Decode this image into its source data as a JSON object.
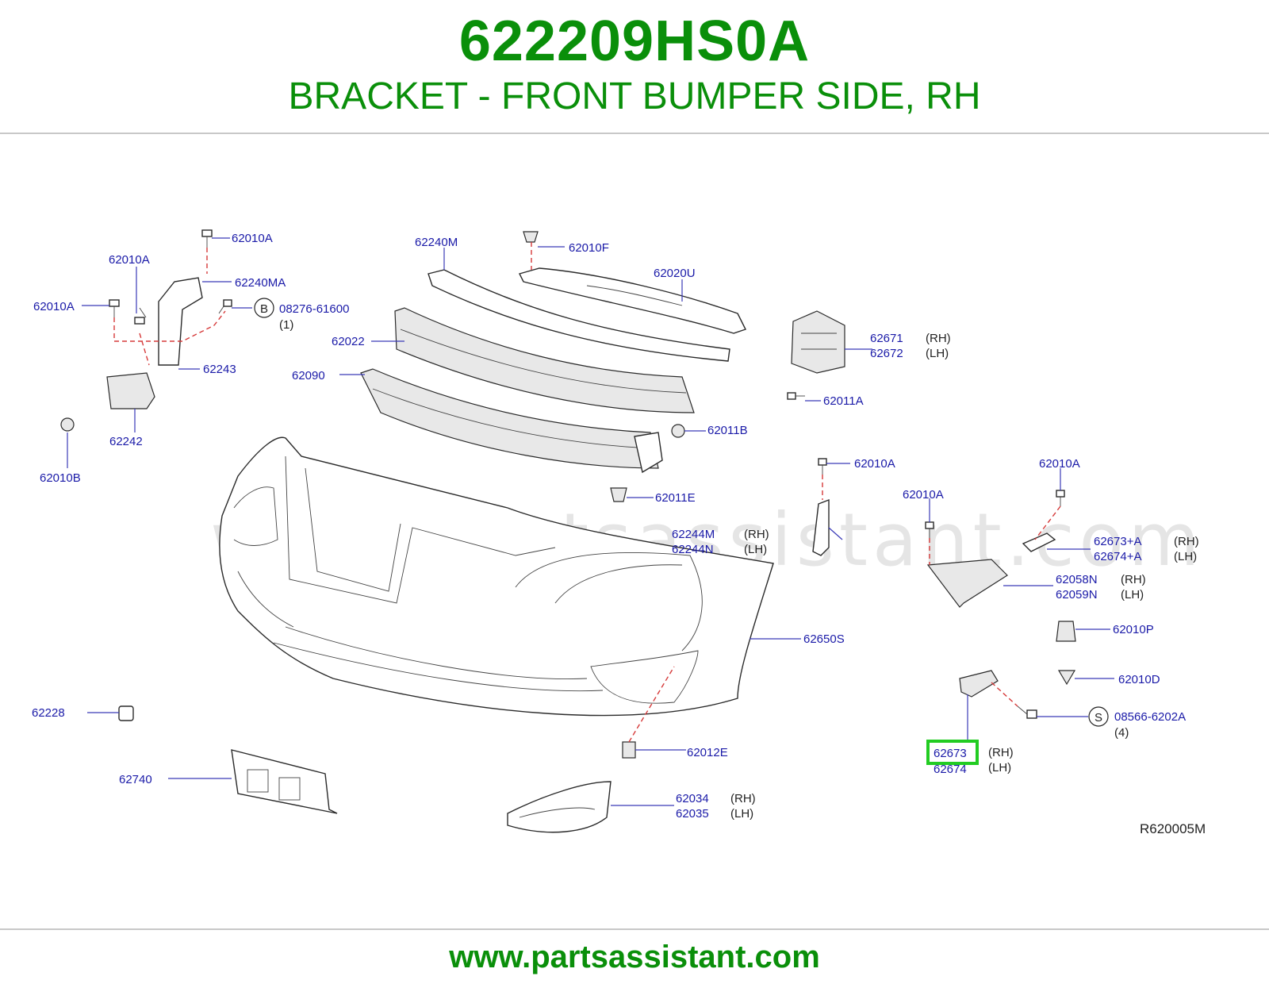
{
  "header": {
    "part_number": "622209HS0A",
    "description": "BRACKET - FRONT BUMPER SIDE, RH"
  },
  "footer": {
    "url": "www.partsassistant.com"
  },
  "diagram": {
    "watermark": "www.partsassistant.com",
    "reference_code": "R620005M",
    "highlight_color": "#22cc22",
    "accent_color": "#0a8f0a",
    "labels": {
      "l_62010A_top": "62010A",
      "l_62010A_left1": "62010A",
      "l_62010A_left2": "62010A",
      "l_62240MA": "62240MA",
      "l_08276": "08276-61600",
      "l_08276_qty": "(1)",
      "l_circle_B": "B",
      "l_62243": "62243",
      "l_62242": "62242",
      "l_62010B": "62010B",
      "l_62240M": "62240M",
      "l_62010F": "62010F",
      "l_62020U": "62020U",
      "l_62022": "62022",
      "l_62090": "62090",
      "l_62671": "62671",
      "l_62671_side": "(RH)",
      "l_62672": "62672",
      "l_62672_side": "(LH)",
      "l_62011A": "62011A",
      "l_62011B": "62011B",
      "l_62011E": "62011E",
      "l_62010A_mid": "62010A",
      "l_62010A_right": "62010A",
      "l_62010A_right2": "62010A",
      "l_62244M": "62244M",
      "l_62244M_side": "(RH)",
      "l_62244N": "62244N",
      "l_62244N_side": "(LH)",
      "l_62673A": "62673+A",
      "l_62673A_side": "(RH)",
      "l_62674A": "62674+A",
      "l_62674A_side": "(LH)",
      "l_62058N": "62058N",
      "l_62058N_side": "(RH)",
      "l_62059N": "62059N",
      "l_62059N_side": "(LH)",
      "l_62010P": "62010P",
      "l_62650S": "62650S",
      "l_62010D": "62010D",
      "l_62228": "62228",
      "l_08566": "08566-6202A",
      "l_08566_qty": "(4)",
      "l_circle_S": "S",
      "l_62673": "62673",
      "l_62673_side": "(RH)",
      "l_62674": "62674",
      "l_62674_side": "(LH)",
      "l_62012E": "62012E",
      "l_62740": "62740",
      "l_62034": "62034",
      "l_62034_side": "(RH)",
      "l_62035": "62035",
      "l_62035_side": "(LH)"
    }
  }
}
